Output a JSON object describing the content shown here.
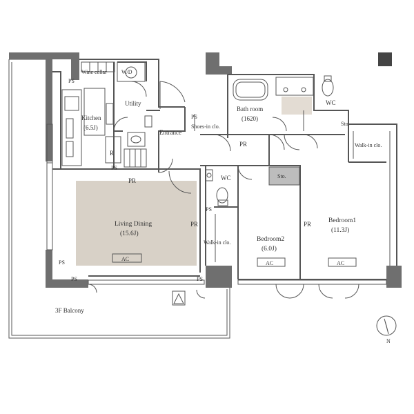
{
  "labels": {
    "wine_cellar": "Wine cellar",
    "wd": "W/D",
    "ps": "PS",
    "kitchen": "Kitchen",
    "kitchen_area": "(6.5J)",
    "utility": "Utility",
    "entrance": "Entrance",
    "shoes_in_closet": "Shoes-in clo.",
    "bath_room": "Bath room",
    "bath_size": "(1620)",
    "wc": "WC",
    "sto": "Sto.",
    "walk_in_closet": "Walk-in clo.",
    "pr": "PR",
    "r": "R",
    "living_dining": "Living Dining",
    "living_area": "(15.6J)",
    "ac": "AC",
    "bedroom2": "Bedroom2",
    "bedroom2_area": "(6.0J)",
    "bedroom1": "Bedroom1",
    "bedroom1_area": "(11.3J)",
    "balcony": "3F  Balcony",
    "north": "N"
  },
  "colors": {
    "wall": "#6f6f6f",
    "line": "#555555",
    "floor_living": "#d8d1c7",
    "storage_fill": "#bdbdbd",
    "black_square": "#444444"
  }
}
